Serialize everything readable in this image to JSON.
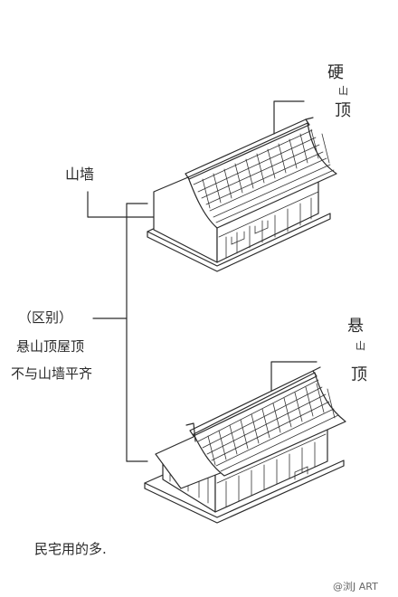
{
  "labels": {
    "hard_top": [
      "硬",
      "山",
      "顶"
    ],
    "gable_wall": "山墙",
    "diff_line1": "（区别）",
    "diff_line2": "悬山顶屋顶",
    "diff_line3": "不与山墙平齐",
    "hanging_top": [
      "悬",
      "山",
      "顶"
    ],
    "note": "民宅用的多.",
    "watermark": "@浏J ART"
  },
  "colors": {
    "ink": "#2b2b2b",
    "paper": "#ffffff"
  }
}
